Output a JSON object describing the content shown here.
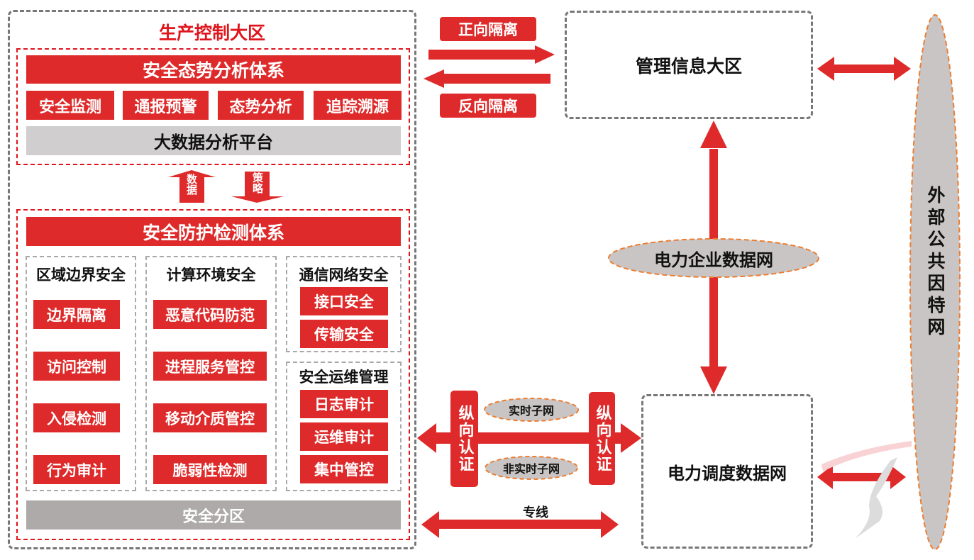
{
  "colors": {
    "red": "#de2a2a",
    "gray_panel": "#d0cece",
    "gray_bar": "#aeaaaa",
    "ellipse_fill": "#c9c5c5",
    "ellipse_border": "#ed7d31",
    "dash_gray": "#777777",
    "dash_red": "#e0141c"
  },
  "production_zone": {
    "title": "生产控制大区",
    "analysis_system": {
      "title": "安全态势分析体系",
      "items": [
        "安全监测",
        "通报预警",
        "态势分析",
        "追踪溯源"
      ],
      "platform": "大数据分析平台"
    },
    "flow_up": "数据",
    "flow_down": "策略",
    "protection_system": {
      "title": "安全防护检测体系",
      "groups": [
        {
          "title": "区域边界安全",
          "items": [
            "边界隔离",
            "访问控制",
            "入侵检测",
            "行为审计"
          ]
        },
        {
          "title": "计算环境安全",
          "items": [
            "恶意代码防范",
            "进程服务管控",
            "移动介质管控",
            "脆弱性检测"
          ]
        },
        {
          "title": "通信网络安全",
          "items": [
            "接口安全",
            "传输安全"
          ]
        },
        {
          "title": "安全运维管理",
          "items": [
            "日志审计",
            "运维审计",
            "集中管控"
          ]
        }
      ],
      "footer": "安全分区"
    }
  },
  "isolation": {
    "forward": "正向隔离",
    "reverse": "反向隔离"
  },
  "management_zone": "管理信息大区",
  "enterprise_network": "电力企业数据网",
  "dispatch_network": "电力调度数据网",
  "external_internet": "外部公共因特网",
  "longitudinal_auth": "纵向认证",
  "realtime_subnet": "实时子网",
  "non_realtime_subnet": "非实时子网",
  "dedicated_line": "专线"
}
